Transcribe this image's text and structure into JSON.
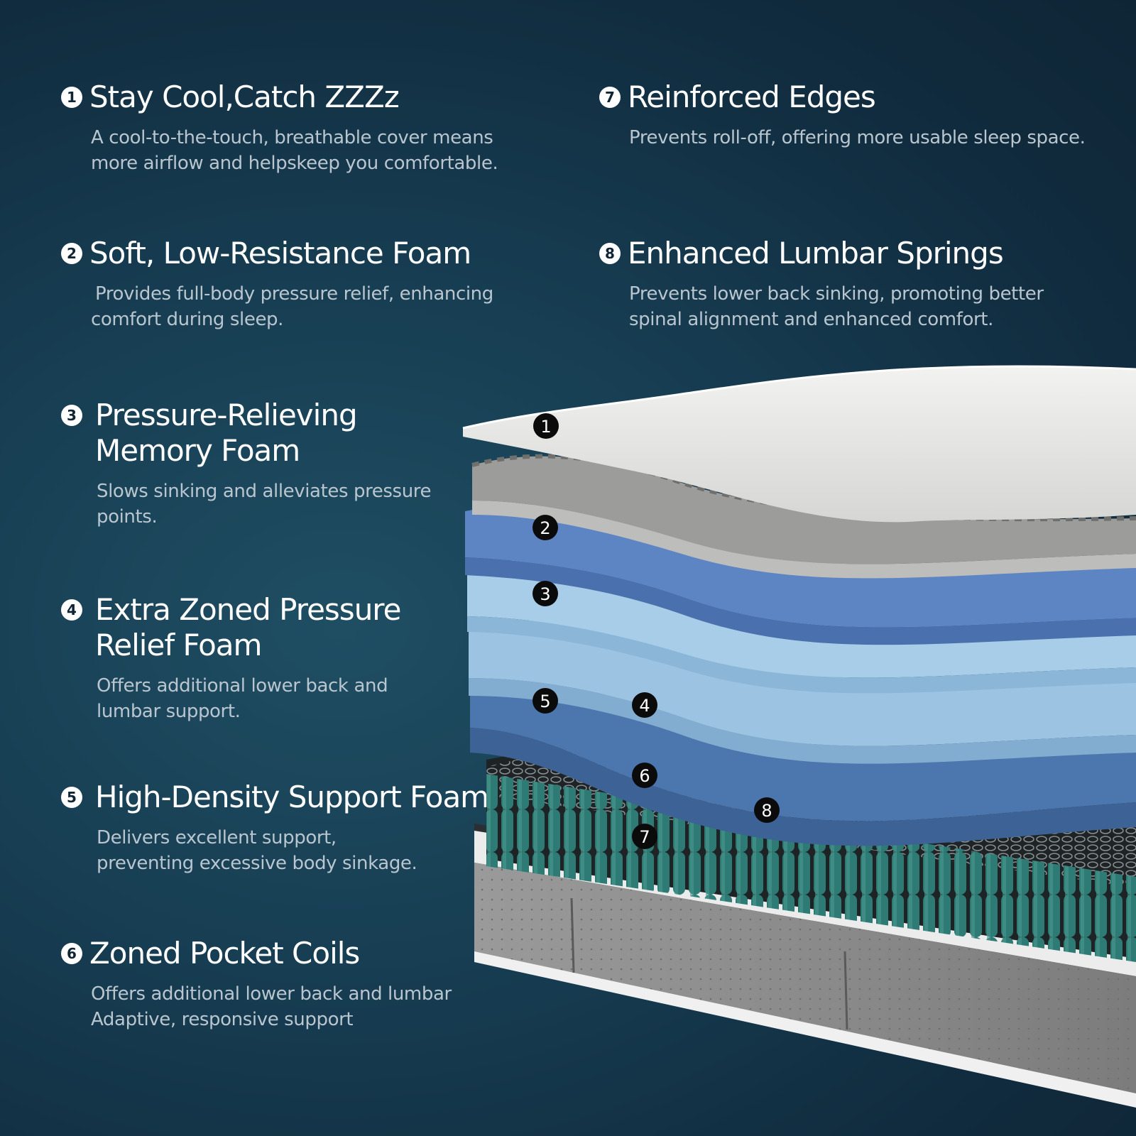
{
  "features": [
    {
      "number": "1",
      "title": "Stay Cool,Catch ZZZz",
      "desc_lines": [
        "A cool-to-the-touch, breathable cover means",
        "more airflow and helpskeep you comfortable."
      ]
    },
    {
      "number": "2",
      "title": "Soft, Low-Resistance Foam",
      "desc_lines": [
        "Provides full-body pressure relief, enhancing",
        "comfort during sleep."
      ]
    },
    {
      "number": "3",
      "title_lines": [
        "Pressure-Relieving",
        "Memory Foam"
      ],
      "desc_lines": [
        "Slows sinking and alleviates pressure",
        "points."
      ]
    },
    {
      "number": "4",
      "title_lines": [
        "Extra Zoned Pressure",
        "Relief Foam"
      ],
      "desc_lines": [
        "Offers additional lower back and",
        "lumbar support."
      ]
    },
    {
      "number": "5",
      "title": "High-Density Support Foam",
      "desc_lines": [
        "Delivers excellent support,",
        "preventing excessive body sinkage."
      ]
    },
    {
      "number": "6",
      "title": "Zoned Pocket Coils",
      "desc_lines": [
        "Offers additional lower back and lumbar",
        "Adaptive, responsive support"
      ]
    },
    {
      "number": "7",
      "title": "Reinforced Edges",
      "desc_lines": [
        "Prevents roll-off, offering more usable sleep space."
      ]
    },
    {
      "number": "8",
      "title": "Enhanced Lumbar Springs",
      "desc_lines": [
        "Prevents lower back sinking, promoting better",
        "spinal alignment and enhanced comfort."
      ]
    }
  ],
  "markers": [
    "1",
    "2",
    "3",
    "4",
    "5",
    "6",
    "7",
    "8"
  ],
  "colors": {
    "background": "#14384c",
    "cover": "#e6e6e4",
    "egg_crate": "#9c9c9a",
    "soft_foam": "#5d85c4",
    "memory_foam": "#9cc4e2",
    "zoned_foam": "#62c4a2",
    "support_foam": "#4c76ae",
    "coils": "#2e7a74",
    "base": "#8e8e8e"
  }
}
